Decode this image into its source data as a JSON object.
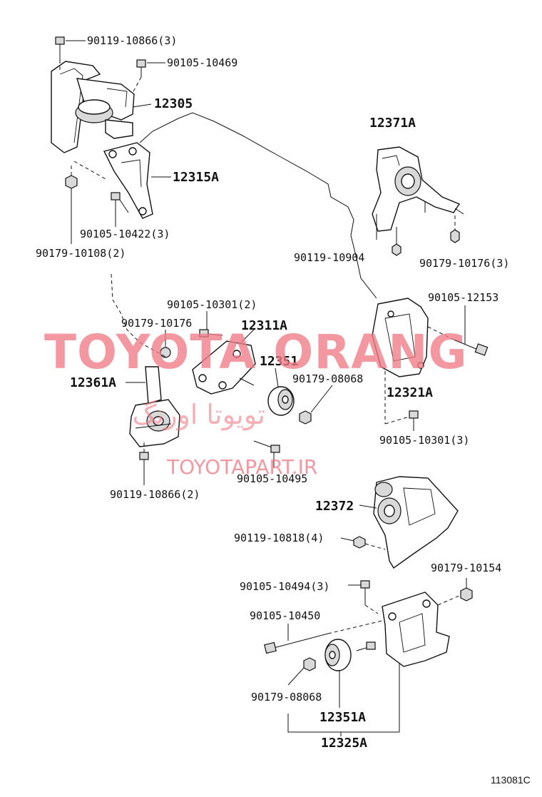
{
  "labels": {
    "p90119_10866_3": "90119-10866(3)",
    "p90105_10469": "90105-10469",
    "p12305": "12305",
    "p12371a": "12371A",
    "p12315a": "12315A",
    "p90105_10422_3": "90105-10422(3)",
    "p90179_10108_2": "90179-10108(2)",
    "p90119_10904": "90119-10904",
    "p90179_10176_3": "90179-10176(3)",
    "p90105_10301_2": "90105-10301(2)",
    "p90105_12153": "90105-12153",
    "p90179_10176": "90179-10176",
    "p12311a": "12311A",
    "p12351": "12351",
    "p90179_08068_a": "90179-08068",
    "p12361a": "12361A",
    "p12321a": "12321A",
    "p90105_10301_3": "90105-10301(3)",
    "p90105_10495": "90105-10495",
    "p90119_10866_2": "90119-10866(2)",
    "p12372": "12372",
    "p90119_10818_4": "90119-10818(4)",
    "p90179_10154": "90179-10154",
    "p90105_10494_3": "90105-10494(3)",
    "p90105_10450": "90105-10450",
    "p90179_08068_b": "90179-08068",
    "p12351a": "12351A",
    "p12325a": "12325A"
  },
  "watermark": {
    "brand": "TOYOTA ORANG",
    "url": "TOYOTAPART.IR",
    "persian": "تویوتا اورنگ"
  },
  "reference_code": "113081C",
  "colors": {
    "ink": "#111111",
    "watermark": "#f07c86"
  }
}
